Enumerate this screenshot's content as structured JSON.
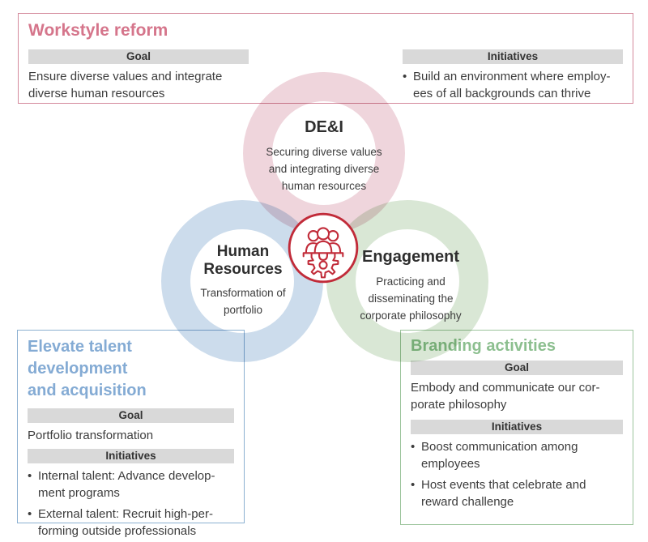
{
  "palette": {
    "pink_border": "#d48a9c",
    "pink_title": "#d5758b",
    "pink_ring": "#efd5dc",
    "blue_border": "#8cb0d1",
    "blue_title": "#84abd4",
    "blue_ring": "#ccdcec",
    "green_border": "#9cc49c",
    "green_title": "#8cbf8f",
    "green_ring": "#d9e7d5",
    "bar_bg": "#d9d9d9",
    "text": "#3c3c3c",
    "icon_red": "#c12b39"
  },
  "boxes": {
    "workstyle": {
      "title": "Workstyle reform",
      "goal_label": "Goal",
      "goal": "Ensure diverse values and integrate\ndiverse human resources",
      "initiatives_label": "Initiatives",
      "initiatives": [
        "Build an environment where employ-\nees of all backgrounds can thrive"
      ]
    },
    "talent": {
      "title": "Elevate talent development\nand acquisition",
      "goal_label": "Goal",
      "goal": "Portfolio transformation",
      "initiatives_label": "Initiatives",
      "initiatives": [
        "Internal talent: Advance develop-\nment programs",
        "External talent: Recruit high-per-\nforming outside professionals"
      ]
    },
    "branding": {
      "title": "Branding activities",
      "goal_label": "Goal",
      "goal": "Embody and communicate our cor-\nporate philosophy",
      "initiatives_label": "Initiatives",
      "initiatives": [
        "Boost communication among\nemployees",
        "Host events that celebrate and\nreward challenge"
      ]
    }
  },
  "venn": {
    "dei": {
      "title": "DE&I",
      "caption": "Securing diverse values\nand integrating diverse\nhuman resources"
    },
    "hr": {
      "title": "Human\nResources",
      "caption": "Transformation of\nportfolio"
    },
    "engagement": {
      "title": "Engagement",
      "caption": "Practicing and\ndisseminating the\ncorporate philosophy"
    }
  },
  "center_icon": "people-gear-icon"
}
